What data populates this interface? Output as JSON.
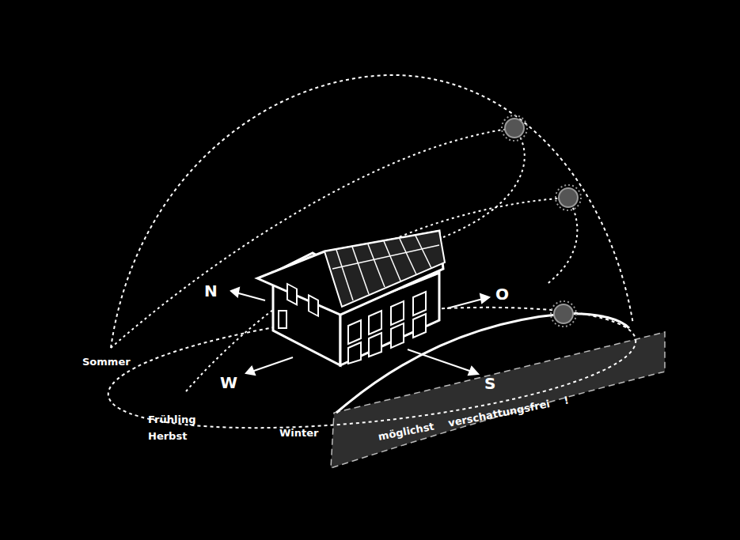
{
  "diagram": {
    "labels": [
      "N",
      "O",
      "W",
      "S",
      "Sommer",
      "Frühling Herbst",
      "Winter",
      "möglichst verschattungsfrei !"
    ]
  }
}
